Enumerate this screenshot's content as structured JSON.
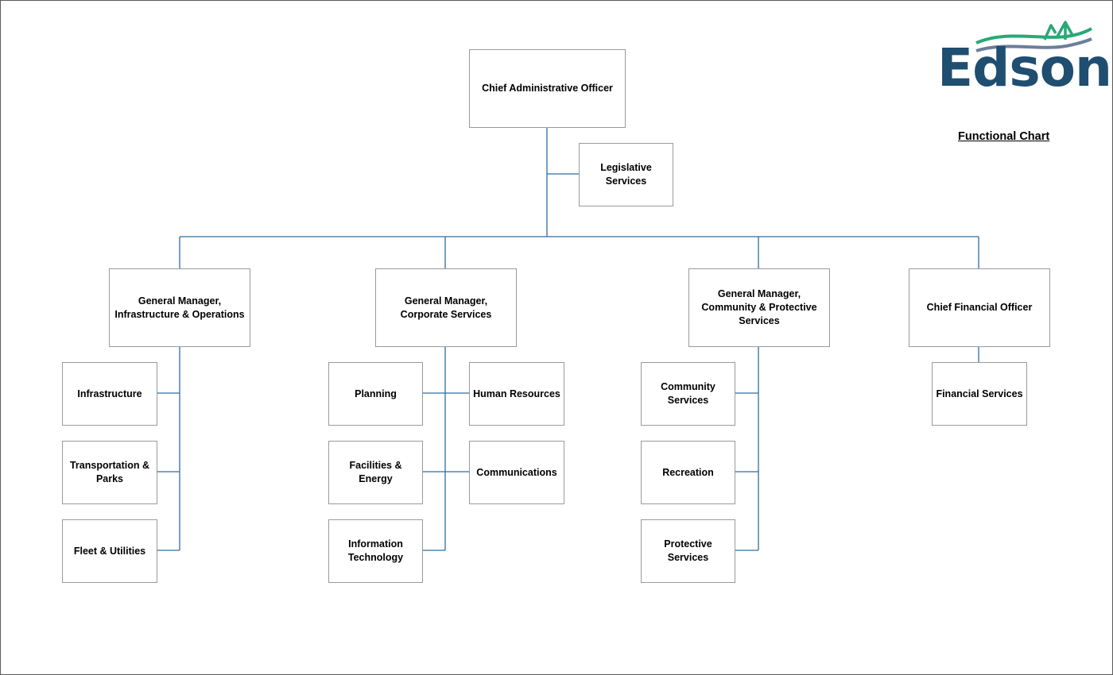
{
  "header": {
    "logo_text": "Edson",
    "chart_title": "Functional Chart"
  },
  "org": {
    "cao": "Chief Administrative Officer",
    "legislative": "Legislative\nServices",
    "gm_infra": "General Manager,\nInfrastructure & Operations",
    "gm_corp": "General Manager,\nCorporate Services",
    "gm_comm": "General Manager,\nCommunity & Protective\nServices",
    "cfo": "Chief Financial Officer",
    "infrastructure": "Infrastructure",
    "transportation": "Transportation &\nParks",
    "fleet": "Fleet & Utilities",
    "planning": "Planning",
    "human_resources": "Human Resources",
    "facilities": "Facilities & Energy",
    "communications": "Communications",
    "it": "Information\nTechnology",
    "community_services": "Community\nServices",
    "recreation": "Recreation",
    "protective": "Protective\nServices",
    "financial_services": "Financial Services"
  },
  "colors": {
    "connector": "#2e6da4",
    "logo_text": "#1f4e70",
    "logo_green": "#2aa876",
    "logo_gray": "#6d7e9a"
  }
}
